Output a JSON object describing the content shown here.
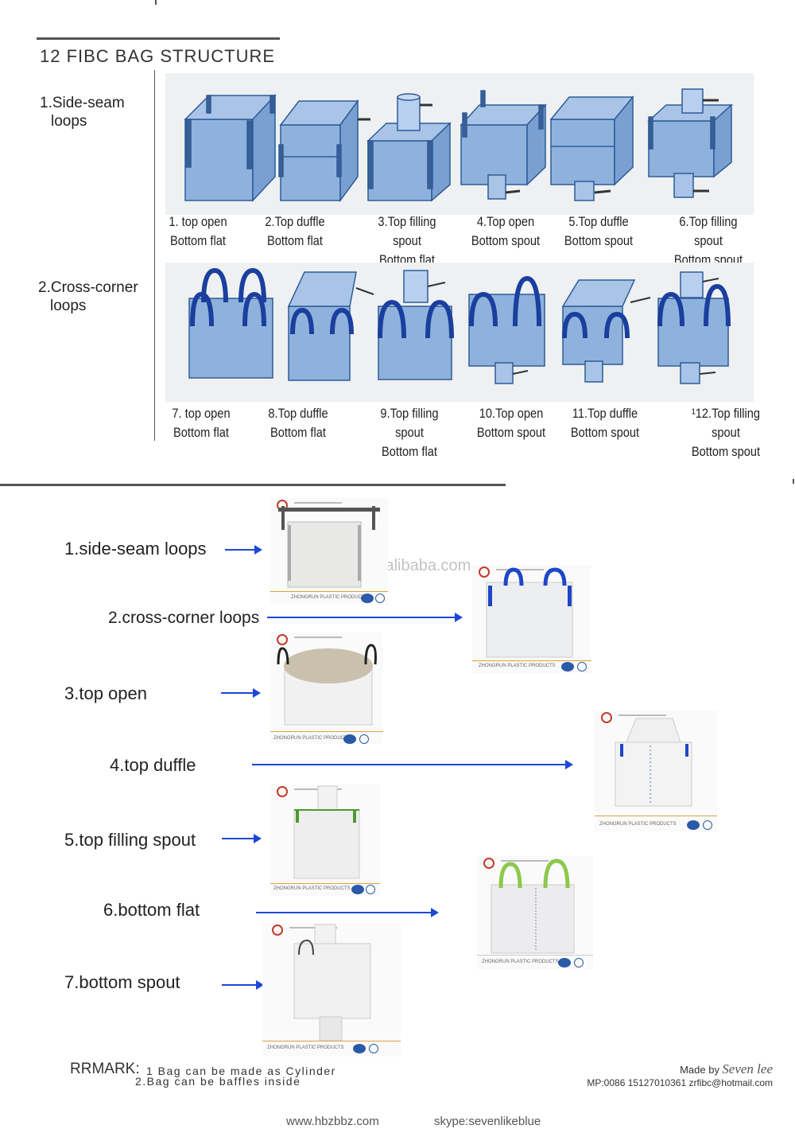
{
  "page": {
    "title": "12 FIBC BAG STRUCTURE",
    "watermark": "zrsl.en.alibaba.com"
  },
  "structure": {
    "rows": [
      {
        "label_line1": "1.Side-seam",
        "label_line2": "loops",
        "items": [
          {
            "line1": "1. top  open",
            "line2": "Bottom flat"
          },
          {
            "line1": "2.Top duffle",
            "line2": "Bottom flat"
          },
          {
            "line1": "3.Top filling spout",
            "line2": "Bottom flat"
          },
          {
            "line1": "4.Top open",
            "line2": "Bottom spout"
          },
          {
            "line1": "5.Top duffle",
            "line2": "Bottom spout"
          },
          {
            "line1": "6.Top filling spout",
            "line2": "Bottom spout"
          }
        ]
      },
      {
        "label_line1": "2.Cross-corner",
        "label_line2": "loops",
        "items": [
          {
            "line1": "7. top  open",
            "line2": "Bottom flat"
          },
          {
            "line1": "8.Top duffle",
            "line2": "Bottom flat"
          },
          {
            "line1": "9.Top filling spout",
            "line2": "Bottom flat"
          },
          {
            "line1": "10.Top open",
            "line2": "Bottom spout"
          },
          {
            "line1": "11.Top duffle",
            "line2": "Bottom spout"
          },
          {
            "line1": "¹12.Top filling spout",
            "line2": "Bottom spout"
          }
        ]
      }
    ]
  },
  "photos": {
    "caption_text": "ZHONGRUN PLASTIC PRODUCTS",
    "items": [
      {
        "label": "1.side-seam loops"
      },
      {
        "label": "2.cross-corner loops"
      },
      {
        "label": "3.top open"
      },
      {
        "label": "4.top duffle"
      },
      {
        "label": "5.top filling spout"
      },
      {
        "label": "6.bottom flat"
      },
      {
        "label": "7.bottom spout"
      }
    ]
  },
  "remark": {
    "title": "RRMARK:",
    "line1": "1 Bag can be made as Cylinder",
    "line2": "2.Bag can be baffles inside"
  },
  "contact": {
    "made_by": "Made by",
    "signature": "Seven lee",
    "mp": "MP:0086 15127010361  zrfibc@hotmail.com",
    "website": "www.hbzbbz.com",
    "skype": "skype:sevenlikeblue"
  },
  "colors": {
    "arrow": "#1e46d8",
    "bag_fill": "#7fa6d6",
    "bag_edge": "#2d5c9a",
    "loop": "#1a3f9e"
  }
}
